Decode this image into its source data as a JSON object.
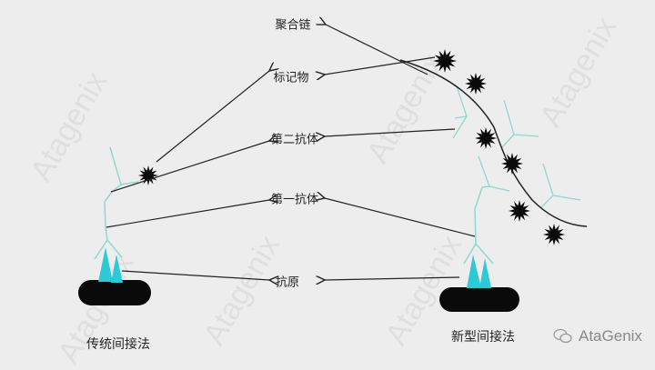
{
  "labels": {
    "polymer_chain": "聚合链",
    "marker": "标记物",
    "secondary_antibody": "第二抗体",
    "primary_antibody": "第一抗体",
    "antigen": "抗原"
  },
  "captions": {
    "traditional": "传统间接法",
    "novel": "新型间接法"
  },
  "watermark": "Atagenix",
  "logo_text": "AtaGenix",
  "colors": {
    "antigen": "#2ec9d6",
    "antibody": "#8fd8d0",
    "marker": "#000000",
    "background": "#ededed"
  }
}
